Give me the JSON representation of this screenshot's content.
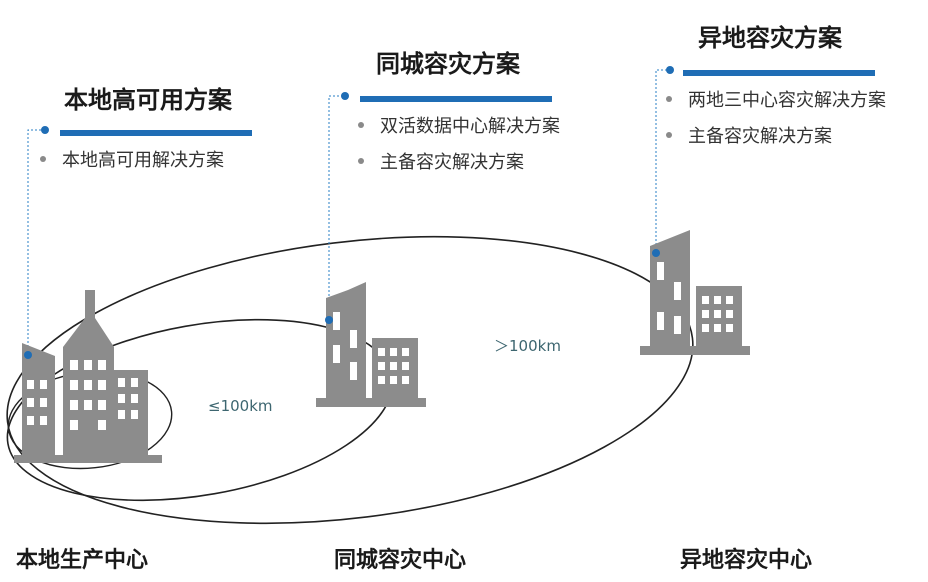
{
  "sections": {
    "local": {
      "title": "本地高可用方案",
      "items": [
        "本地高可用解决方案"
      ],
      "site_label": "本地生产中心"
    },
    "same_city": {
      "title": "同城容灾方案",
      "items": [
        "双活数据中心解决方案",
        "主备容灾解决方案"
      ],
      "site_label": "同城容灾中心"
    },
    "remote": {
      "title": "异地容灾方案",
      "items": [
        "两地三中心容灾解决方案",
        "主备容灾解决方案"
      ],
      "site_label": "异地容灾中心"
    }
  },
  "distances": {
    "near": "≤100km",
    "far": "＞100km"
  },
  "colors": {
    "accent_bar": "#1f6db5",
    "leader_dot": "#1f6db5",
    "building": "#8c8c8c",
    "building_window": "#ffffff",
    "distance_text": "#3d6670"
  }
}
